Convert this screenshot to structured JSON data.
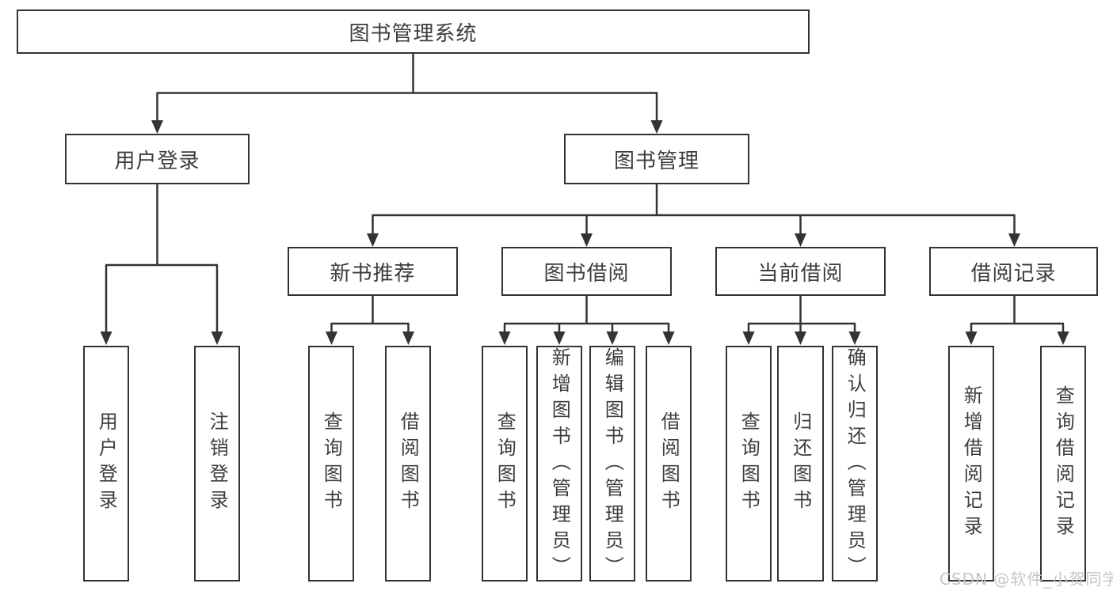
{
  "diagram": {
    "root": "图书管理系统",
    "branches": {
      "login": "用户登录",
      "manage": "图书管理"
    },
    "modules": {
      "recommend": "新书推荐",
      "borrow": "图书借阅",
      "current": "当前借阅",
      "records": "借阅记录"
    },
    "leaves": {
      "login": [
        "用户登录",
        "注销登录"
      ],
      "recommend": [
        "查询图书",
        "借阅图书"
      ],
      "borrow": [
        "查询图书",
        "新增图书（管理员）",
        "编辑图书（管理员）",
        "借阅图书"
      ],
      "current": [
        "查询图书",
        "归还图书",
        "确认归还（管理员）"
      ],
      "records": [
        "新增借阅记录",
        "查询借阅记录"
      ]
    }
  },
  "watermark": "CSDN @软件_小贺同学",
  "colors": {
    "line": "#333333",
    "text": "#3d3d3d",
    "watermark": "#c6c6c6"
  }
}
